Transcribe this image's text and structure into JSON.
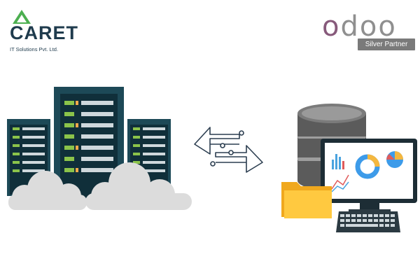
{
  "caret_logo": {
    "name": "CARET",
    "tagline": "IT Solutions Pvt. Ltd.",
    "color": "#1f3b4d",
    "accent": "#4caf50"
  },
  "odoo_logo": {
    "name": "odoo",
    "badge": "Silver Partner",
    "purple": "#875a7b",
    "grey": "#8f8f8f"
  },
  "scene": {
    "left_icon": "server-rack-with-clouds-icon",
    "middle_icon": "bidirectional-data-transfer-arrows-icon",
    "right_icon": "database-analytics-computer-with-folder-icon"
  }
}
